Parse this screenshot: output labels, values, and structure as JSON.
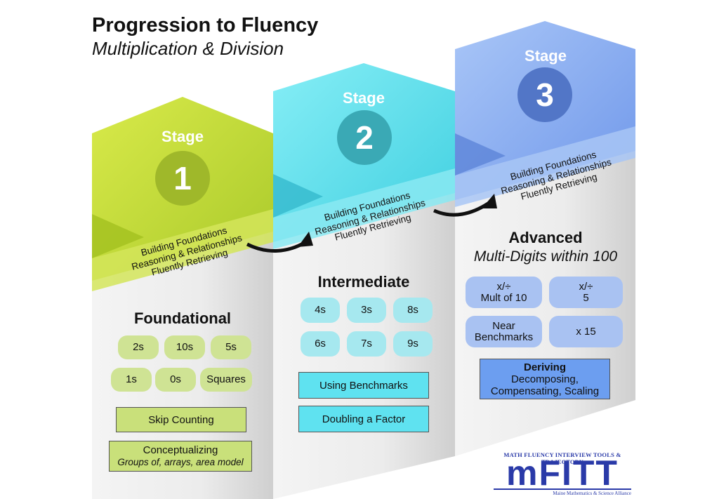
{
  "header": {
    "title": "Progression to Fluency",
    "subtitle": "Multiplication & Division"
  },
  "stages": [
    {
      "stage_label": "Stage",
      "number": "1",
      "band_lines": [
        "Building Foundations",
        "Reasoning & Relationships",
        "Fluently Retrieving"
      ],
      "heading": "Foundational",
      "pills": [
        "2s",
        "10s",
        "5s",
        "1s",
        "0s",
        "Squares"
      ],
      "boxes": [
        {
          "title": "Skip Counting"
        },
        {
          "title": "Conceptualizing",
          "detail": "Groups of, arrays, area model"
        }
      ]
    },
    {
      "stage_label": "Stage",
      "number": "2",
      "band_lines": [
        "Building Foundations",
        "Reasoning & Relationships",
        "Fluently Retrieving"
      ],
      "heading": "Intermediate",
      "pills": [
        "4s",
        "3s",
        "8s",
        "6s",
        "7s",
        "9s"
      ],
      "boxes": [
        {
          "title": "Using Benchmarks"
        },
        {
          "title": "Doubling a Factor"
        }
      ]
    },
    {
      "stage_label": "Stage",
      "number": "3",
      "band_lines": [
        "Building Foundations",
        "Reasoning & Relationships",
        "Fluently Retrieving"
      ],
      "heading": "Advanced",
      "heading_sub": "Multi-Digits within 100",
      "pills": [
        "x/÷\nMult of 10",
        "x/÷\n5",
        "Near\nBenchmarks",
        "x 15"
      ],
      "boxes": [
        {
          "title": "Deriving",
          "detail": "Decomposing,\nCompensating, Scaling"
        }
      ]
    }
  ],
  "logo": {
    "tagline": "MATH FLUENCY INTERVIEW TOOLS & TRAJECTORY",
    "name": "mFITT",
    "org": "Maine Mathematics & Science Alliance"
  },
  "colors": {
    "stage1": "#c4dc3c",
    "stage2": "#5fdcec",
    "stage3": "#7ea8f0",
    "logo": "#2a3aa8"
  }
}
